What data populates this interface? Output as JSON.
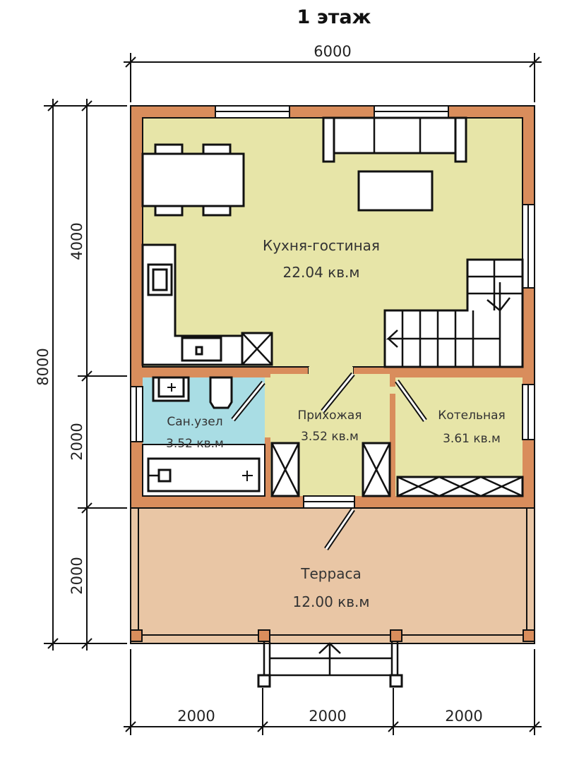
{
  "title": "1 этаж",
  "dimensions": {
    "top_total": "6000",
    "left_total": "8000",
    "left_segments": [
      "4000",
      "2000",
      "2000"
    ],
    "bottom_segments": [
      "2000",
      "2000",
      "2000"
    ]
  },
  "rooms": [
    {
      "name": "Кухня-гостиная",
      "area": "22.04 кв.м"
    },
    {
      "name": "Сан.узел",
      "area": "3.52 кв.м"
    },
    {
      "name": "Прихожая",
      "area": "3.52 кв.м"
    },
    {
      "name": "Котельная",
      "area": "3.61 кв.м"
    },
    {
      "name": "Терраса",
      "area": "12.00 кв.м"
    }
  ],
  "colors": {
    "wall": "#d98d5c",
    "living": "#e7e5a8",
    "bathroom": "#a9dde4",
    "terrace": "#e9c6a5"
  }
}
